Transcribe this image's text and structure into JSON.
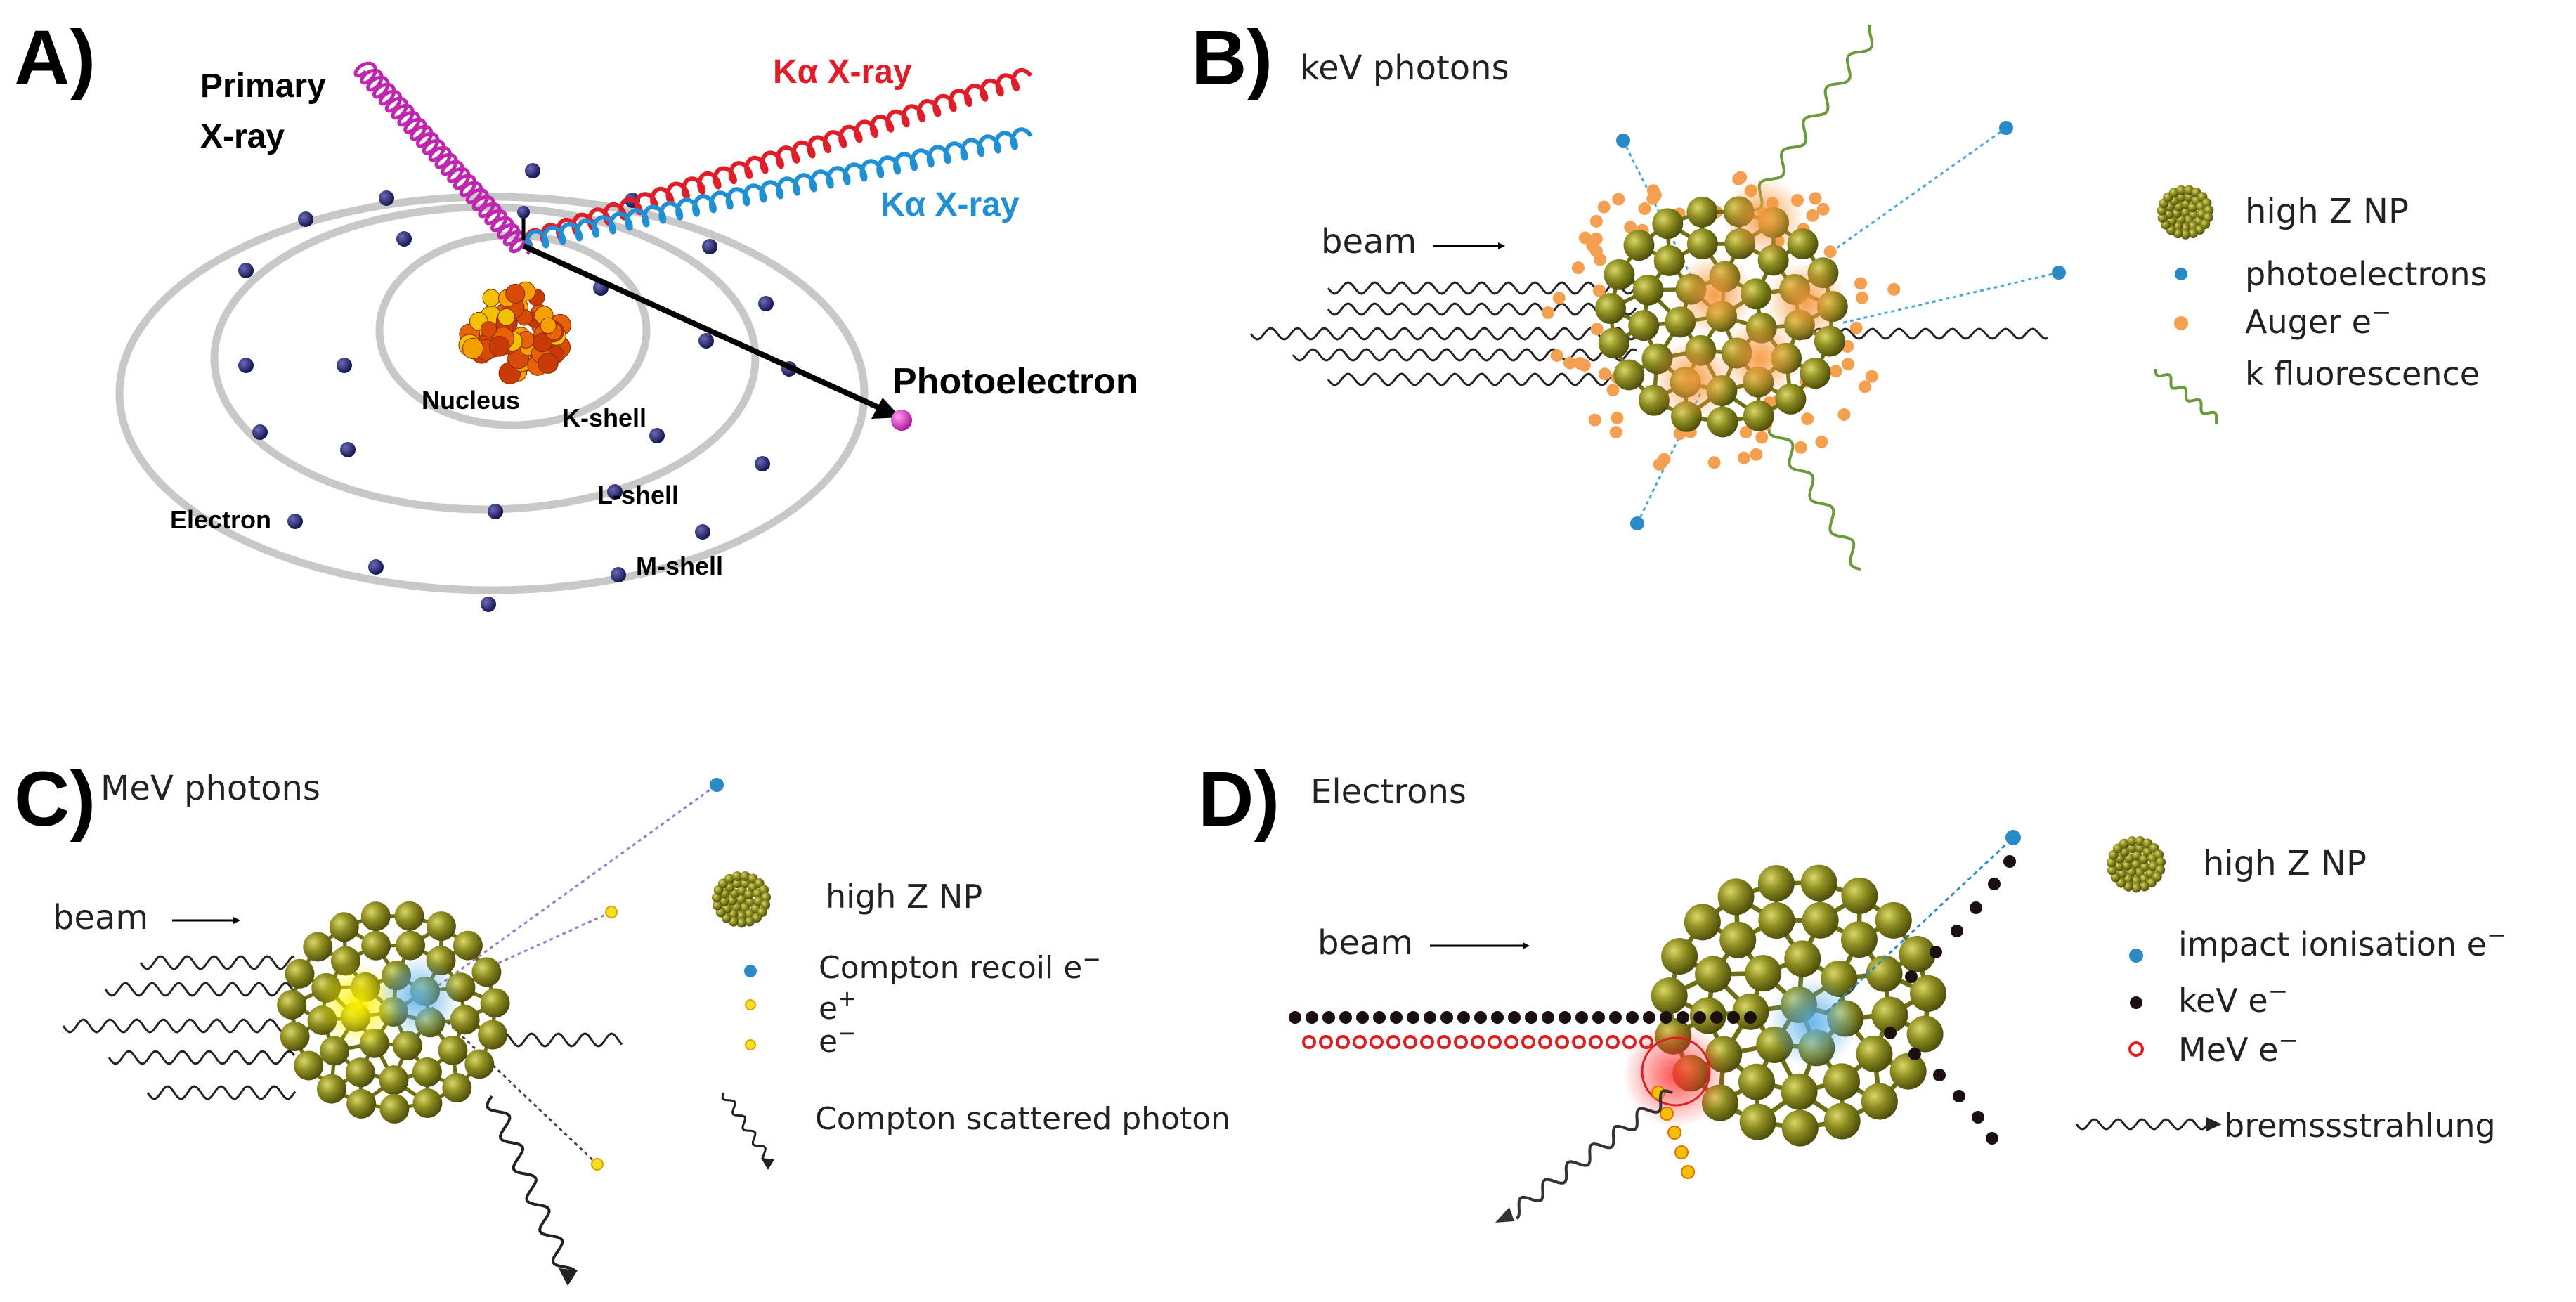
{
  "panels": {
    "a": {
      "letter": "A)",
      "primary_xray_line1": "Primary",
      "primary_xray_line2": "X-ray",
      "ka_red": "Kα X-ray",
      "ka_blue": "Kα X-ray",
      "photoelectron": "Photoelectron",
      "nucleus": "Nucleus",
      "k_shell": "K-shell",
      "l_shell": "L-shell",
      "m_shell": "M-shell",
      "electron": "Electron"
    },
    "b": {
      "letter": "B)",
      "title": "keV photons",
      "beam": "beam",
      "legend": {
        "np": "high Z NP",
        "photoelectrons": "photoelectrons",
        "auger": "Auger e",
        "auger_sup": "−",
        "kfluor": "k fluorescence"
      }
    },
    "c": {
      "letter": "C)",
      "title": "MeV photons",
      "beam": "beam",
      "legend": {
        "np": "high Z NP",
        "compton_recoil": "Compton recoil e",
        "compton_recoil_sup": "−",
        "positron": "e",
        "positron_sup": "+",
        "electron": "e",
        "electron_sup": "−",
        "compton_scattered": "Compton scattered photon"
      }
    },
    "d": {
      "letter": "D)",
      "title": "Electrons",
      "beam": "beam",
      "legend": {
        "np": "high Z NP",
        "impact": "impact ionisation e",
        "impact_sup": "−",
        "kev": "keV e",
        "kev_sup": "−",
        "mev": "MeV e",
        "mev_sup": "−",
        "brems": "bremssstrahlung"
      }
    }
  },
  "colors": {
    "electron_dot": "#1a1a5c",
    "nucleus_orange": "#e8620a",
    "nucleus_yellow": "#f2c200",
    "primary_xray": "#c026b0",
    "ka_red": "#e11d2a",
    "ka_blue": "#1f8fd6",
    "np_olive": "#8a8a1e",
    "photoelectron_blue": "#2a8ac8",
    "auger_orange": "#f5a050",
    "kfluor_green": "#6a9a3a",
    "positron_yellow": "#f5e020",
    "mev_red": "#e11d1d",
    "kev_black": "#1a1010"
  }
}
